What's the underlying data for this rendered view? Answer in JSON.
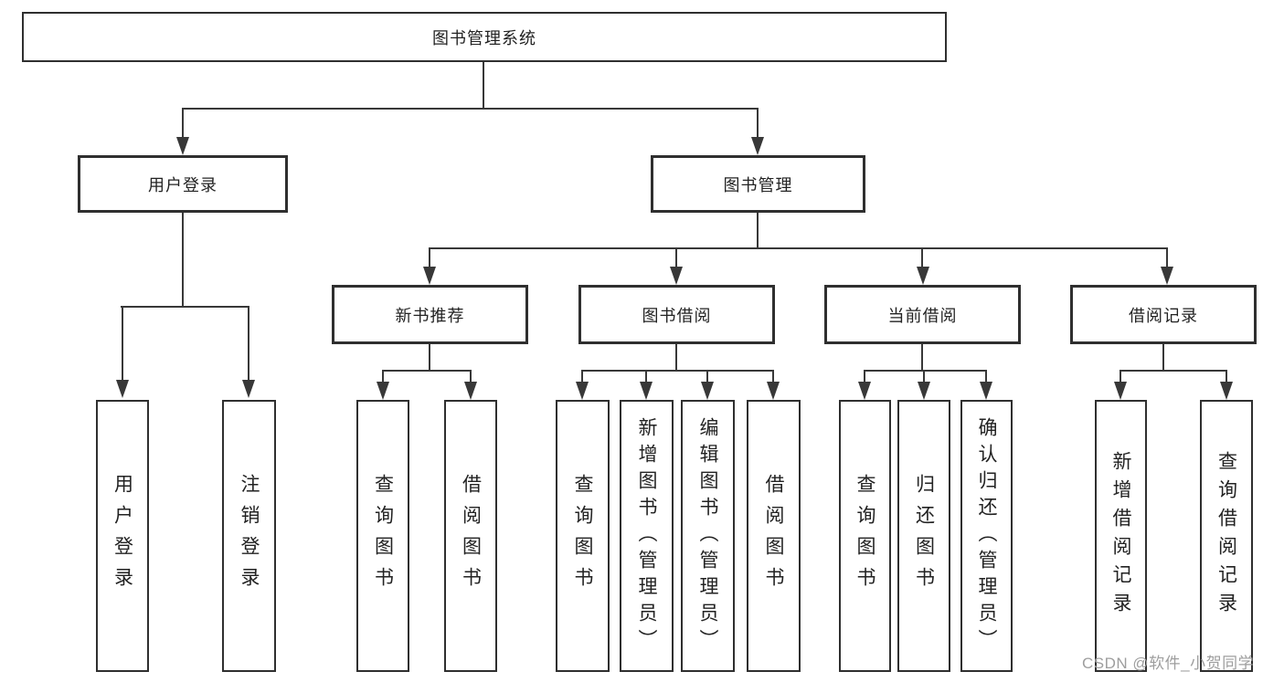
{
  "diagram": {
    "title": "图书管理系统",
    "colors": {
      "background": "#ffffff",
      "box_border": "#2f2f2f",
      "line": "#383838",
      "text": "#222222",
      "watermark": "#9e9e9e"
    },
    "nodes": {
      "root": "图书管理系统",
      "user_login": "用户登录",
      "book_management": "图书管理",
      "new_book_recommend": "新书推荐",
      "book_borrow": "图书借阅",
      "current_borrow": "当前借阅",
      "borrow_records": "借阅记录",
      "leaf_user_login": "用户登录",
      "leaf_logout": "注销登录",
      "leaf_query_book_recommend": "查询图书",
      "leaf_borrow_book_recommend": "借阅图书",
      "leaf_query_book_borrow": "查询图书",
      "leaf_add_book_admin": "新增图书（管理员）",
      "leaf_edit_book_admin": "编辑图书（管理员）",
      "leaf_borrow_book_borrow": "借阅图书",
      "leaf_query_book_current": "查询图书",
      "leaf_return_book": "归还图书",
      "leaf_confirm_return_admin": "确认归还（管理员）",
      "leaf_add_borrow_record": "新增借阅记录",
      "leaf_query_borrow_record": "查询借阅记录"
    }
  },
  "watermark": "CSDN @软件_小贺同学"
}
